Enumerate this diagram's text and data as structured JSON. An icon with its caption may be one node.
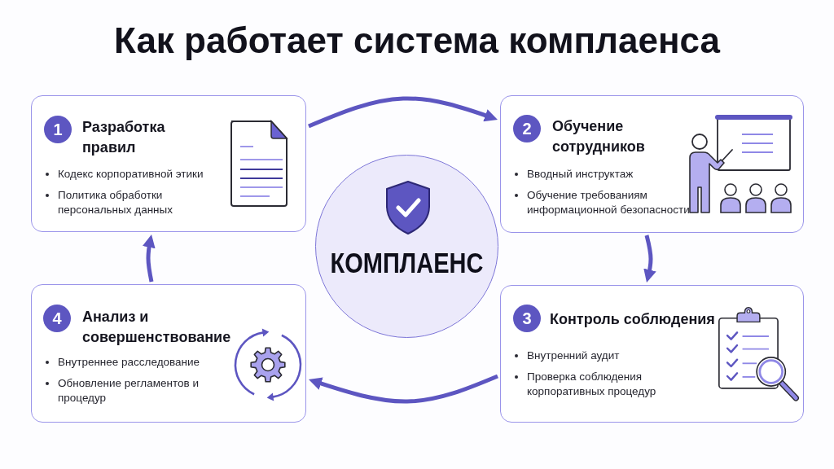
{
  "diagram": {
    "title": "Как работает система комплаенса",
    "nodes": [
      {
        "text": [
          "Разработка правил",
          "Кодекс корпоративной этики",
          "Политика обработки персональных данных"
        ]
      },
      {
        "text": [
          "1"
        ],
        "in": 0
      },
      {
        "text": [
          "Обучение сотрудников",
          "Вводный инструктаж",
          "Обучение требованиям информационной безопасности"
        ]
      },
      {
        "text": [
          "2"
        ],
        "in": 2
      },
      {
        "text": [
          "КОМПЛАЕНС"
        ]
      },
      {
        "text": [
          "Анализ и совершенствование",
          "Внутреннее расследование",
          "Обновление регламентов и процедур"
        ]
      },
      {
        "text": [
          "4"
        ],
        "in": 5
      },
      {
        "text": [
          "Контроль соблюдения",
          "Внутренний аудит",
          "Проверка соблюдения корпоративных процедур"
        ]
      },
      {
        "text": [
          "3"
        ],
        "in": 7
      }
    ],
    "edges": [
      {
        "from": 0,
        "to": 2,
        "arrow": "to"
      },
      {
        "from": 2,
        "to": 7,
        "arrow": "to"
      },
      {
        "from": 7,
        "to": 5,
        "arrow": "to"
      },
      {
        "from": 5,
        "to": 0,
        "arrow": "to"
      }
    ]
  }
}
